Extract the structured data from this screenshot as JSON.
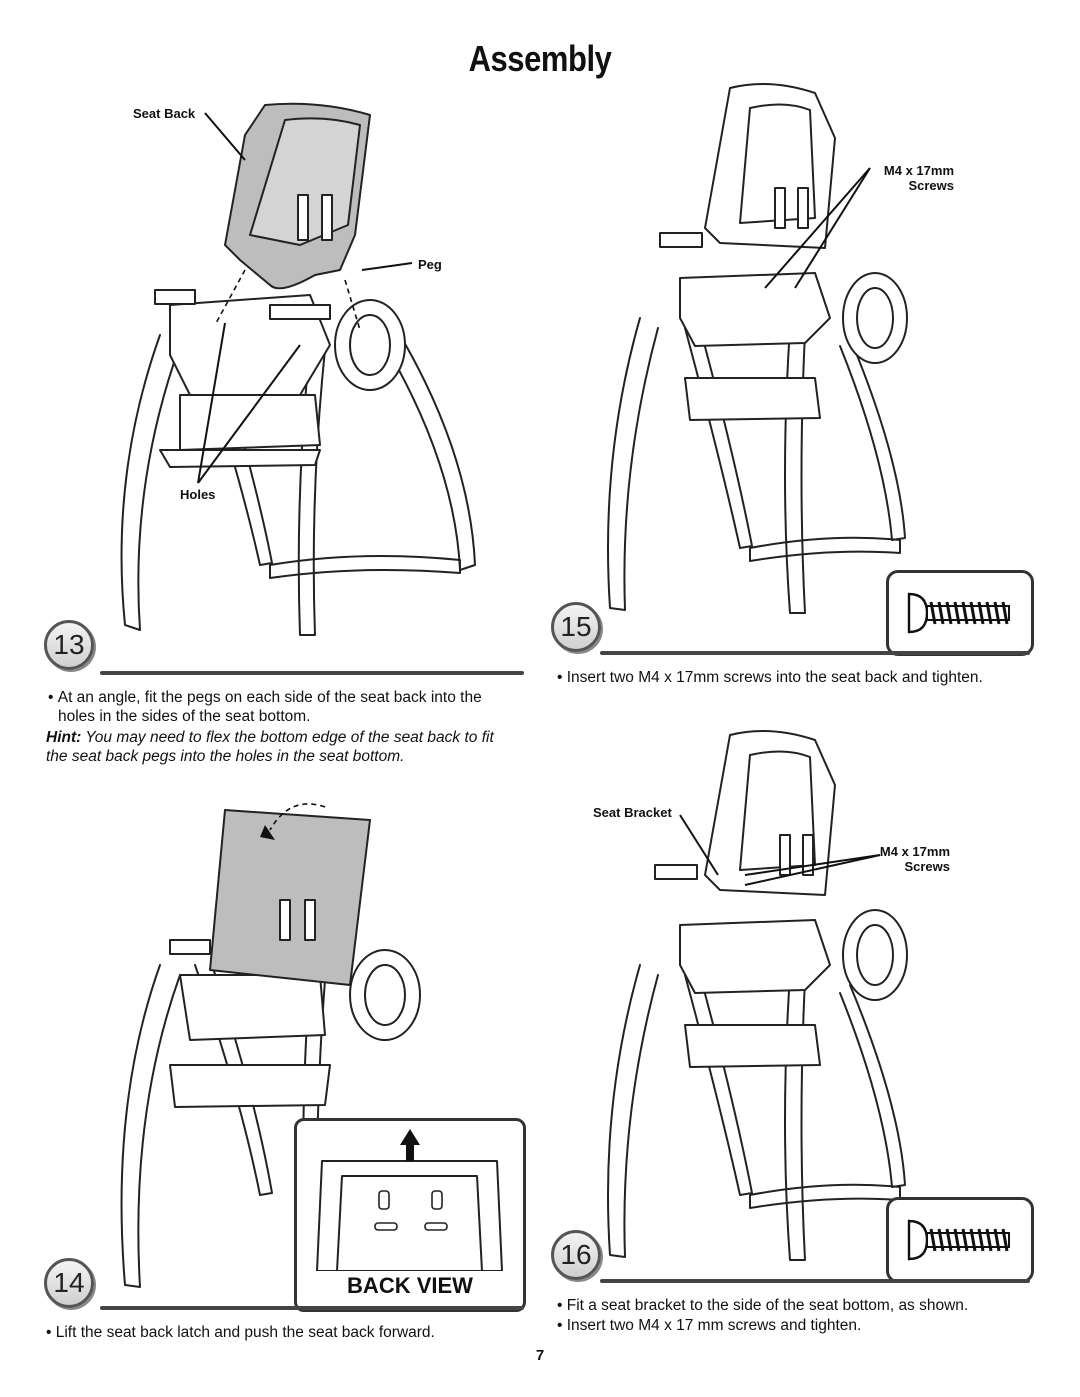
{
  "page": {
    "title": "Assembly",
    "page_number": "7"
  },
  "step13": {
    "number": "13",
    "callouts": {
      "seat_back": "Seat Back",
      "peg": "Peg",
      "holes": "Holes"
    },
    "bullet": "At an angle, fit the pegs on each side of the seat back into the holes in the sides of the seat bottom.",
    "hint_label": "Hint:",
    "hint_text": "You may need to flex the bottom edge of the seat back to fit the seat back pegs into the holes in the seat bottom."
  },
  "step14": {
    "number": "14",
    "back_view_label": "BACK VIEW",
    "bullet": "Lift the seat back latch and push the seat back forward."
  },
  "step15": {
    "number": "15",
    "callouts": {
      "screws_line1": "M4 x 17mm",
      "screws_line2": "Screws"
    },
    "bullet": "Insert two M4 x 17mm screws into the seat back and tighten."
  },
  "step16": {
    "number": "16",
    "callouts": {
      "seat_bracket": "Seat Bracket",
      "screws_line1": "M4 x 17mm",
      "screws_line2": "Screws"
    },
    "bullets": [
      "Fit a seat bracket to the side of the seat  bottom, as shown.",
      "Insert two M4 x 17 mm screws and tighten."
    ]
  },
  "icons": [
    "high-chair-illustration",
    "screw-icon",
    "arrow-up-icon",
    "dashed-arrow-icon"
  ]
}
